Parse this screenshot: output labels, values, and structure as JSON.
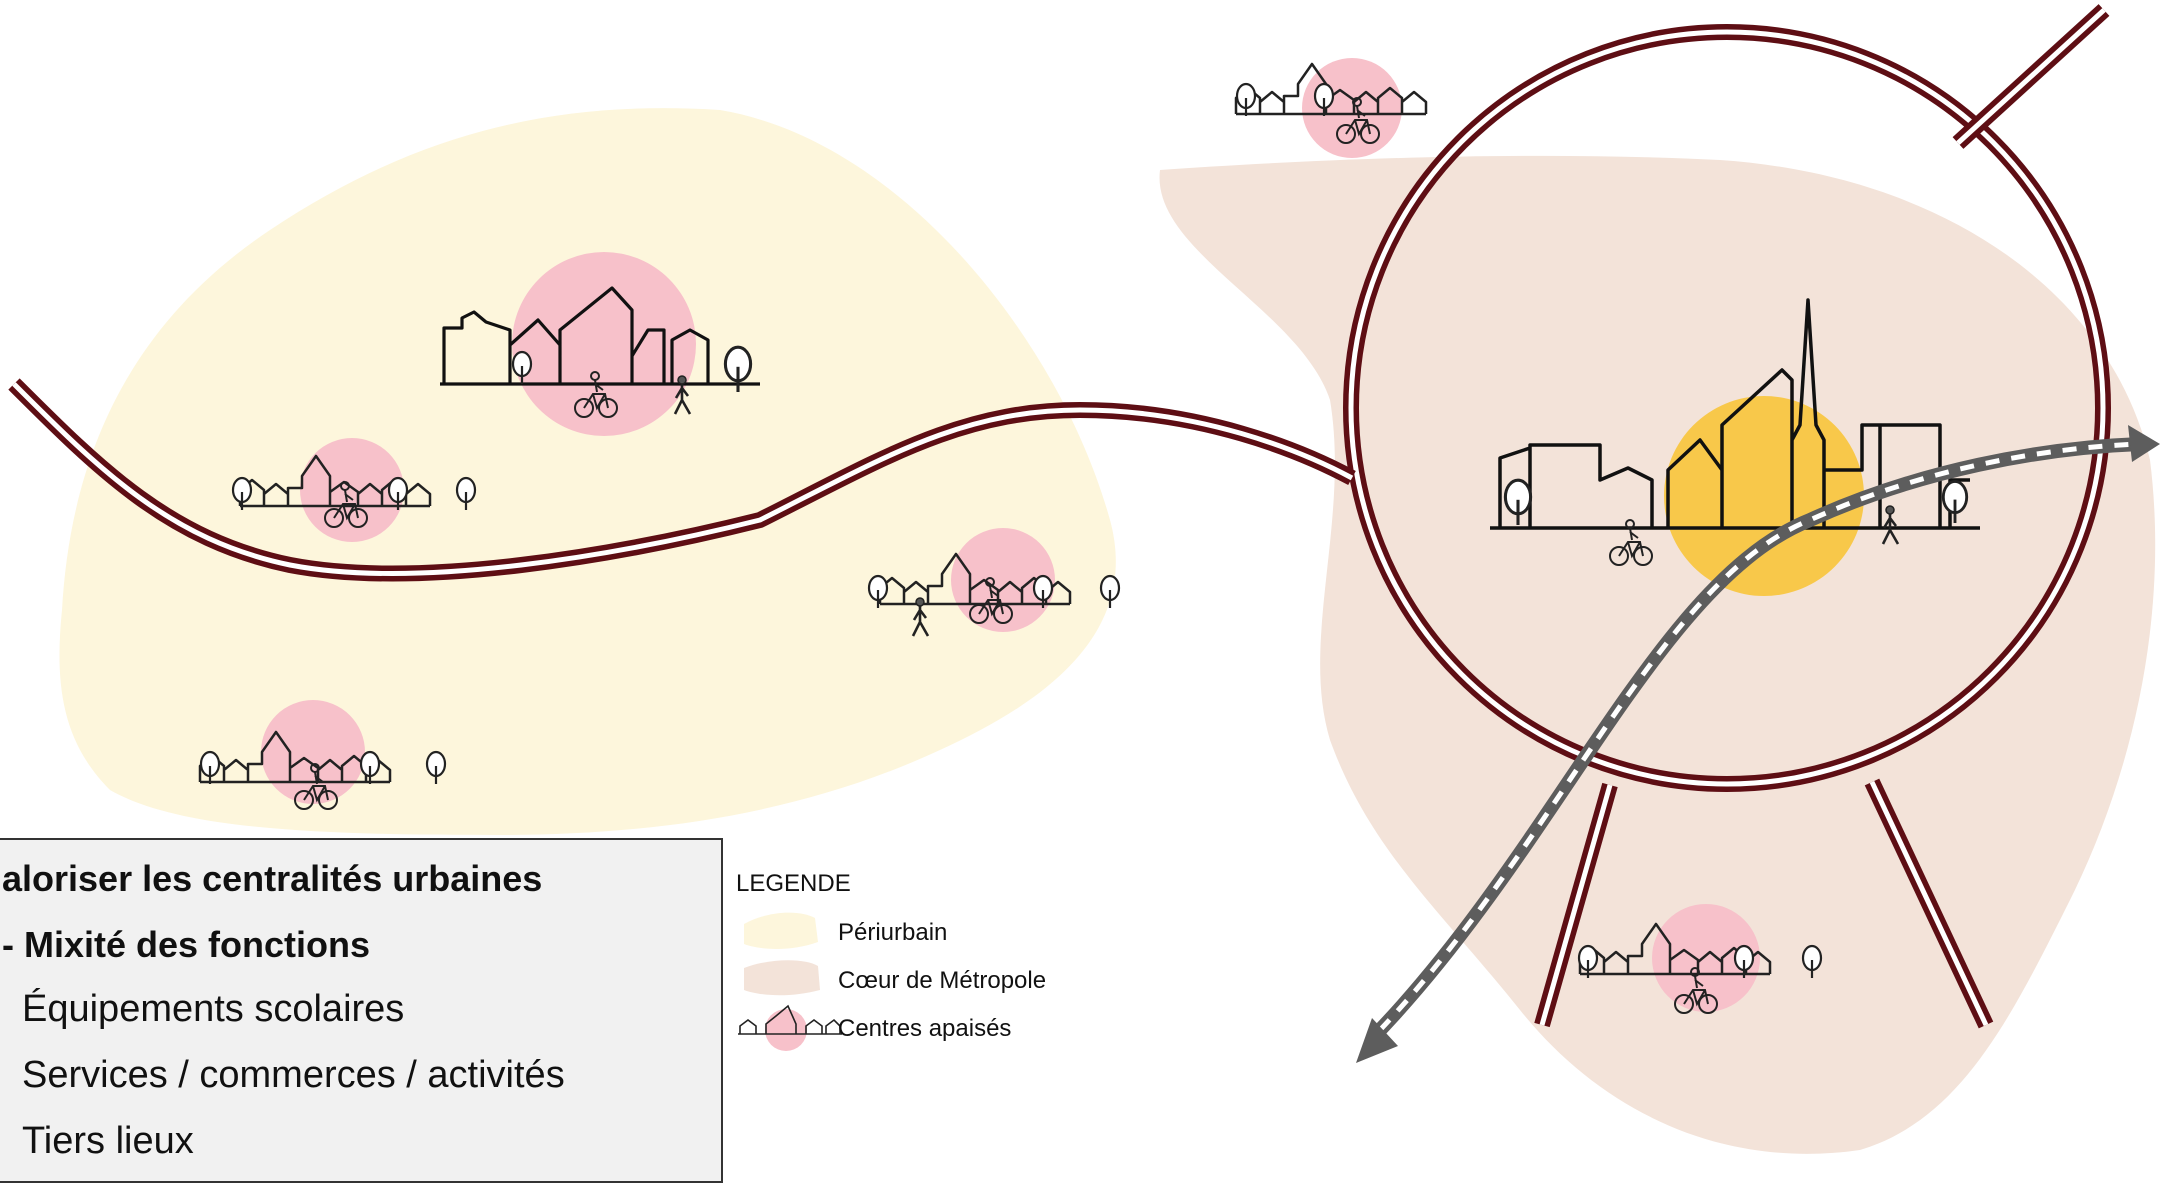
{
  "box": {
    "title": "aloriser les  centralités urbaines",
    "subtitle": "- Mixité des fonctions",
    "items": [
      "Équipements scolaires",
      "Services / commerces / activités",
      "Tiers lieux"
    ]
  },
  "legend": {
    "title": "LEGENDE",
    "items": [
      {
        "label": "Périurbain",
        "color": "#fdf6dc"
      },
      {
        "label": "Cœur de Métropole",
        "color": "#f3e3d9"
      },
      {
        "label": "Centres apaisés",
        "color": "#f7c1ca"
      }
    ]
  },
  "colors": {
    "road": "#5e0e14",
    "rail": "#5d5d5d",
    "metro_center": "#f8c84a",
    "calm_center": "#f7c1ca"
  }
}
